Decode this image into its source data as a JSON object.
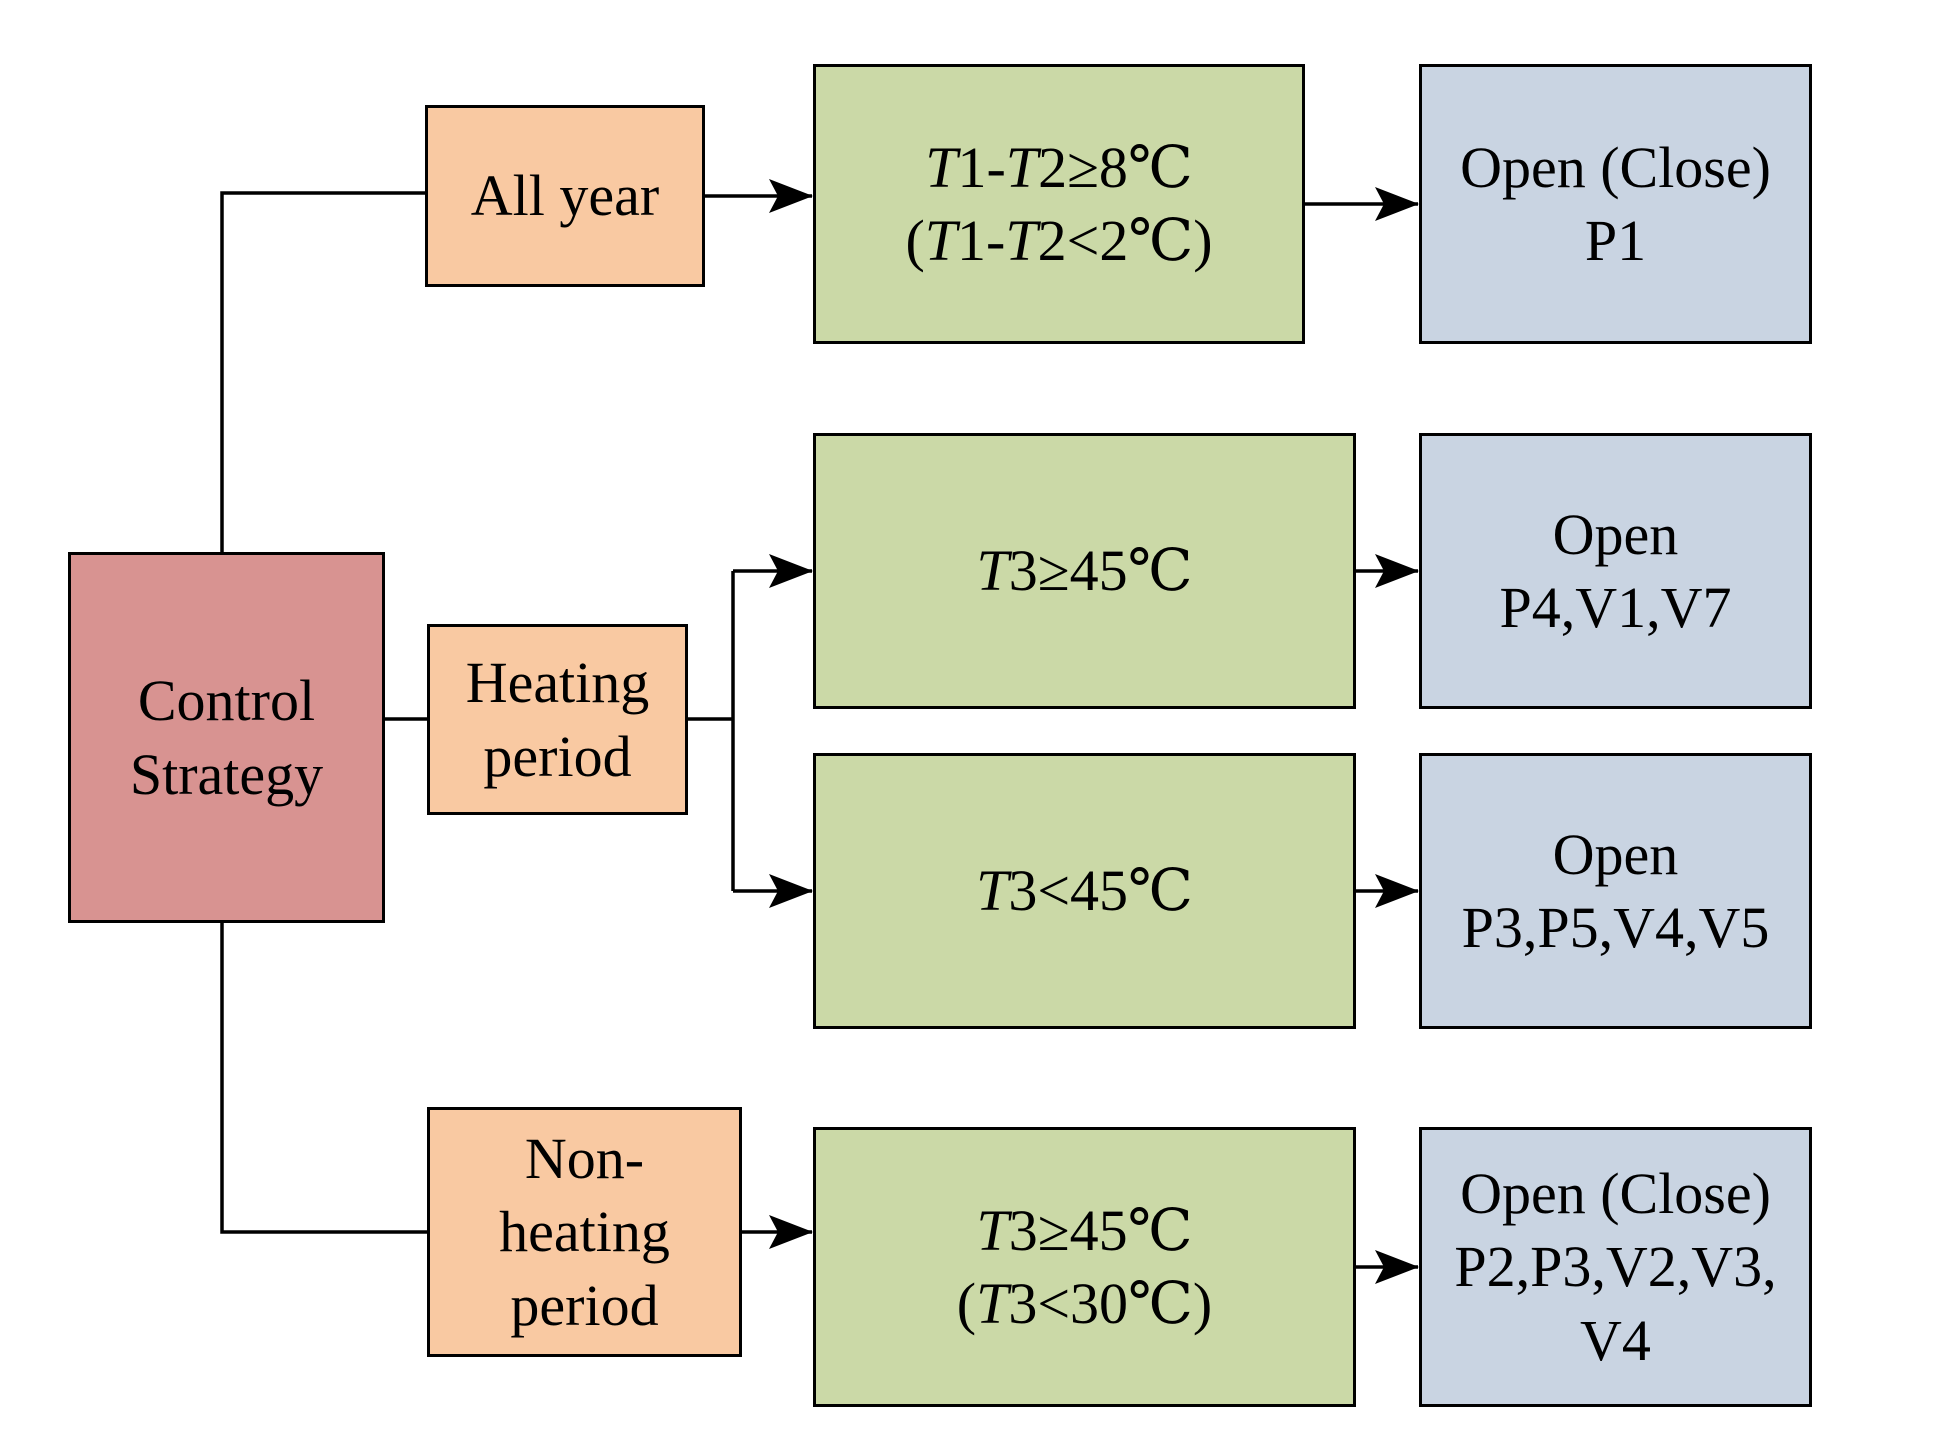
{
  "colors": {
    "pink": "#D89391",
    "orange": "#F9C9A2",
    "green": "#CBD9A7",
    "blue": "#C9D4E2",
    "linecolor": "#000000"
  },
  "diagram": {
    "root": {
      "lines": [
        "Control",
        "Strategy"
      ]
    },
    "branches": [
      {
        "period_lines": [
          "All year"
        ],
        "conditions": [
          {
            "lines": [
              "T1-T2≥8℃",
              "(T1-T2<2℃)"
            ],
            "action_lines": [
              "Open (Close)",
              "P1"
            ]
          }
        ]
      },
      {
        "period_lines": [
          "Heating",
          "period"
        ],
        "conditions": [
          {
            "lines": [
              "T3≥45℃"
            ],
            "action_lines": [
              "Open",
              "P4,V1,V7"
            ]
          },
          {
            "lines": [
              "T3<45℃"
            ],
            "action_lines": [
              "Open",
              "P3,P5,V4,V5"
            ]
          }
        ]
      },
      {
        "period_lines": [
          "Non-",
          "heating",
          "period"
        ],
        "conditions": [
          {
            "lines": [
              "T3≥45℃",
              "(T3<30℃)"
            ],
            "action_lines": [
              "Open (Close)",
              "P2,P3,V2,V3,",
              "V4"
            ]
          }
        ]
      }
    ]
  }
}
